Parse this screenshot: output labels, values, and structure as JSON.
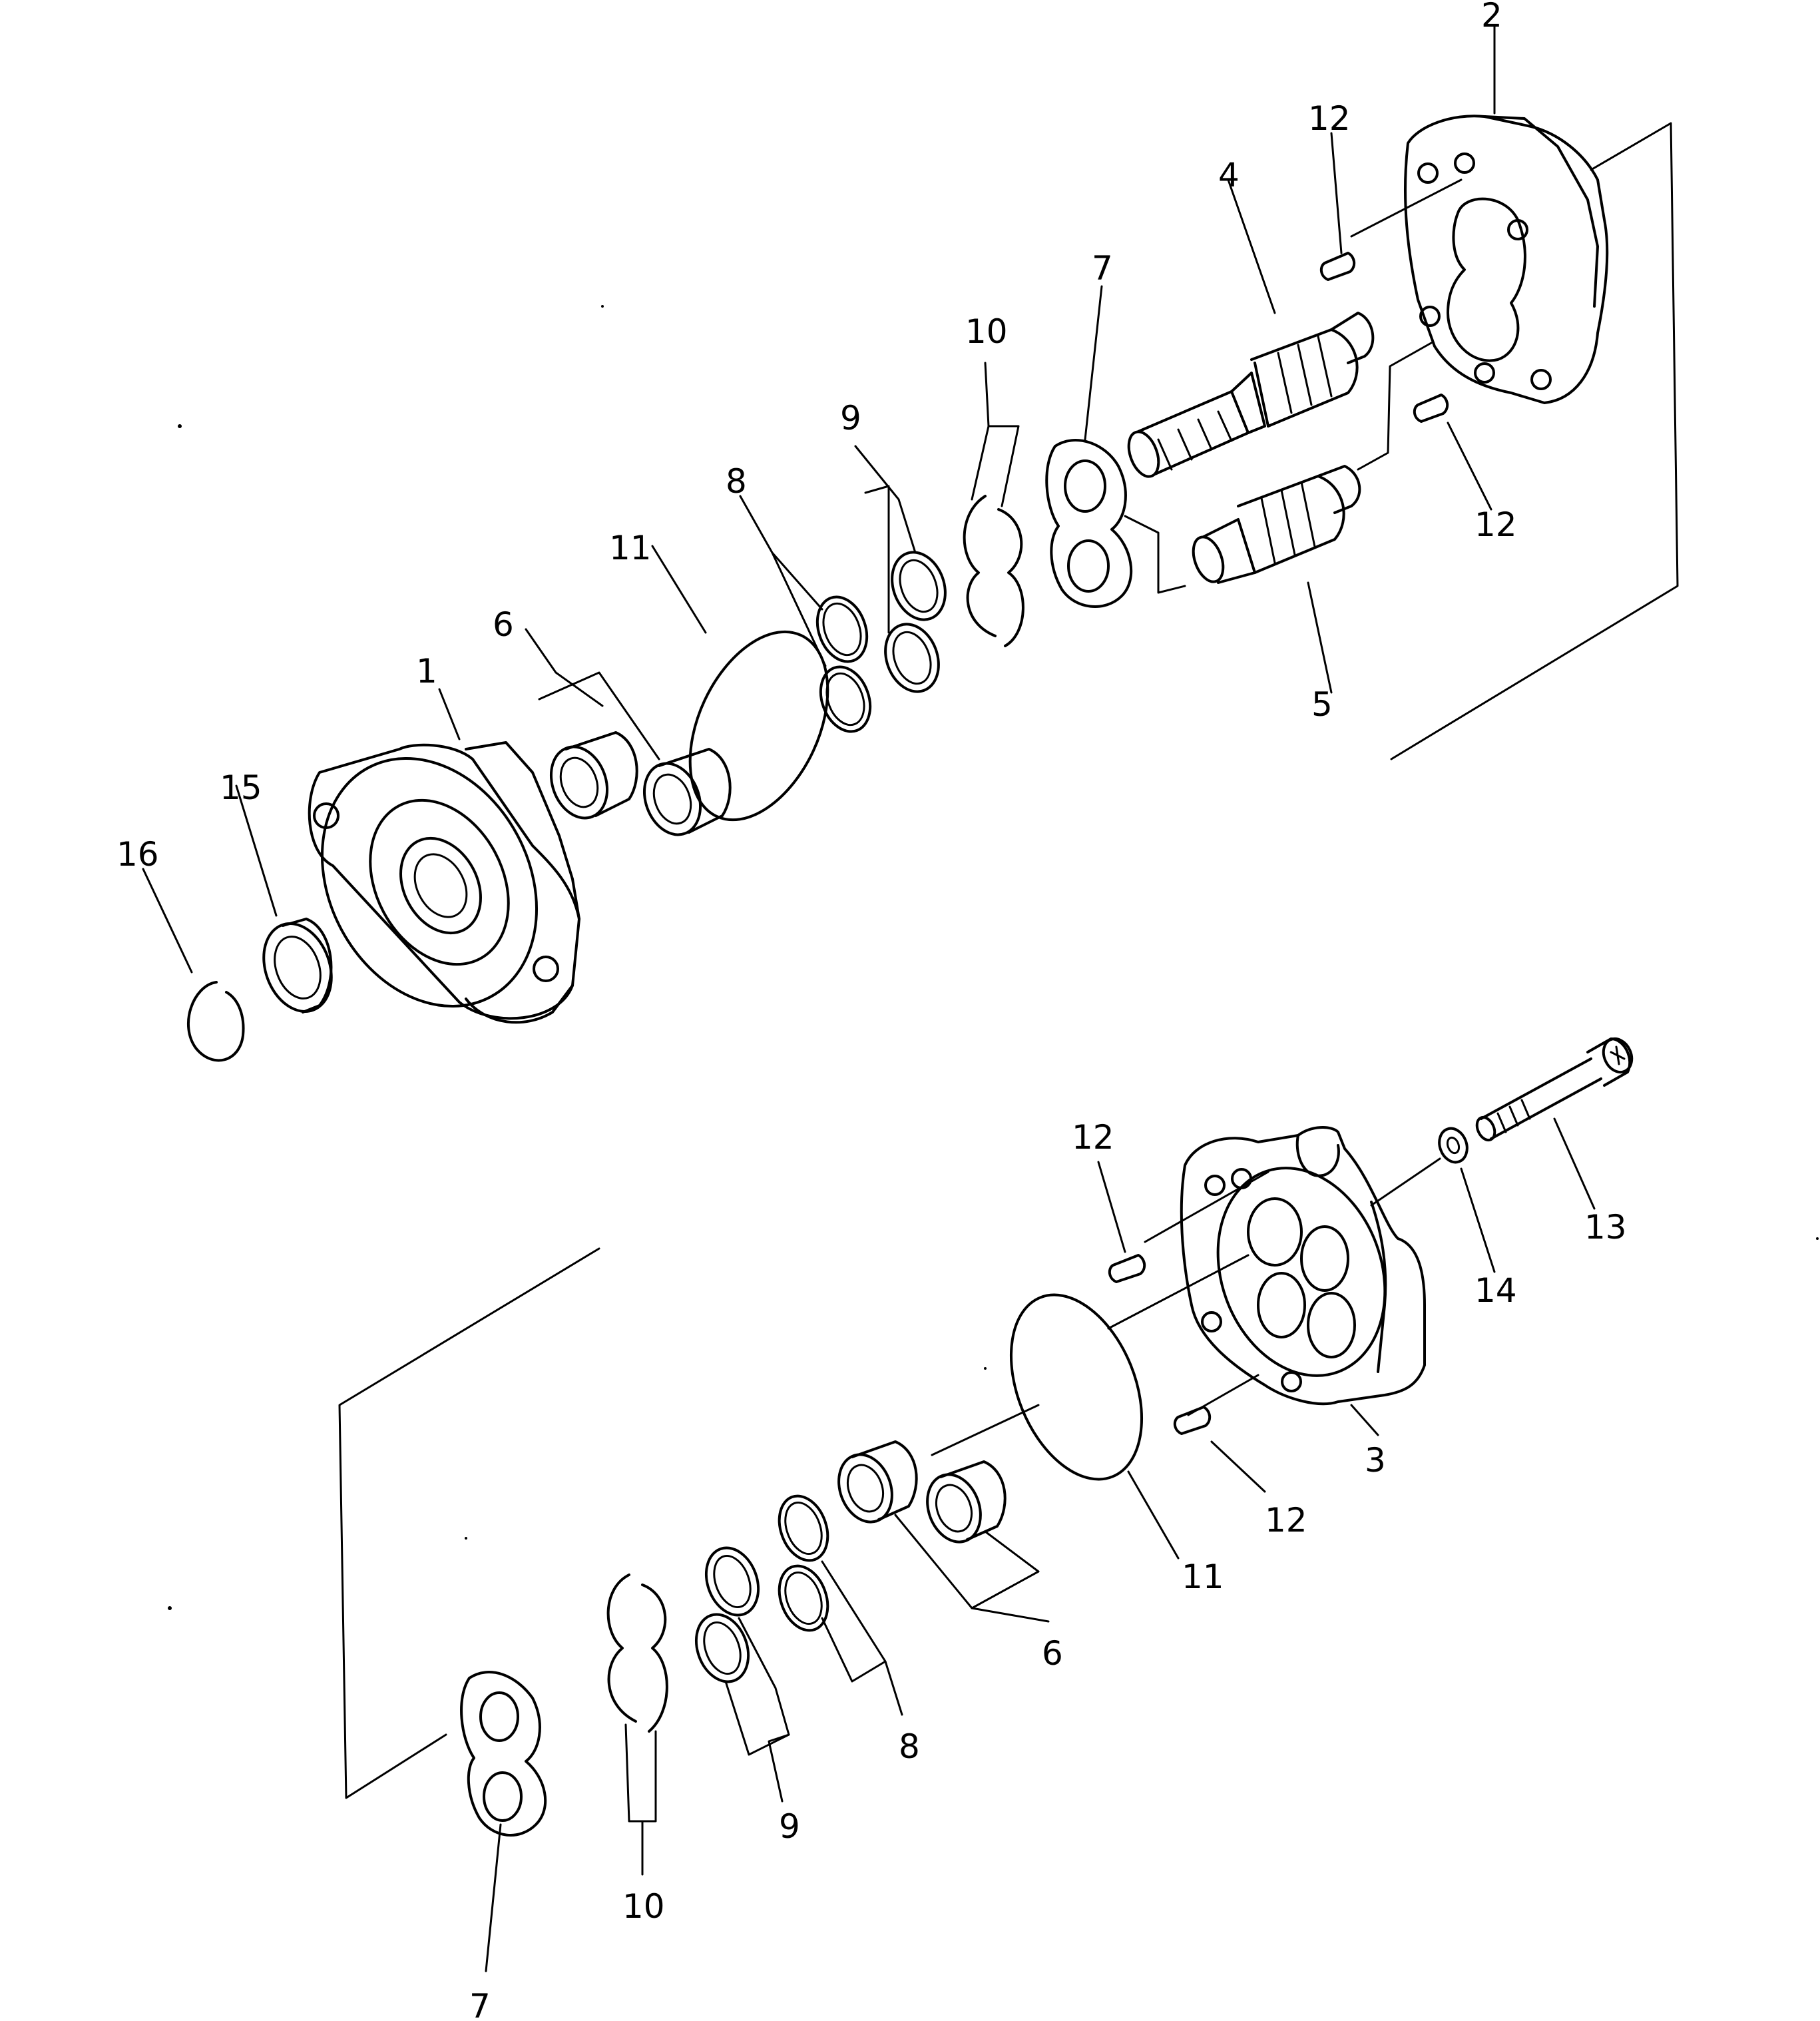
{
  "callouts": {
    "c1": "1",
    "c2": "2",
    "c3": "3",
    "c4": "4",
    "c5": "5",
    "c6a": "6",
    "c6b": "6",
    "c7a": "7",
    "c7b": "7",
    "c8a": "8",
    "c8b": "8",
    "c9a": "9",
    "c9b": "9",
    "c10a": "10",
    "c10b": "10",
    "c11a": "11",
    "c11b": "11",
    "c12a": "12",
    "c12b": "12",
    "c12c": "12",
    "c12d": "12",
    "c13": "13",
    "c14": "14",
    "c15": "15",
    "c16": "16"
  }
}
